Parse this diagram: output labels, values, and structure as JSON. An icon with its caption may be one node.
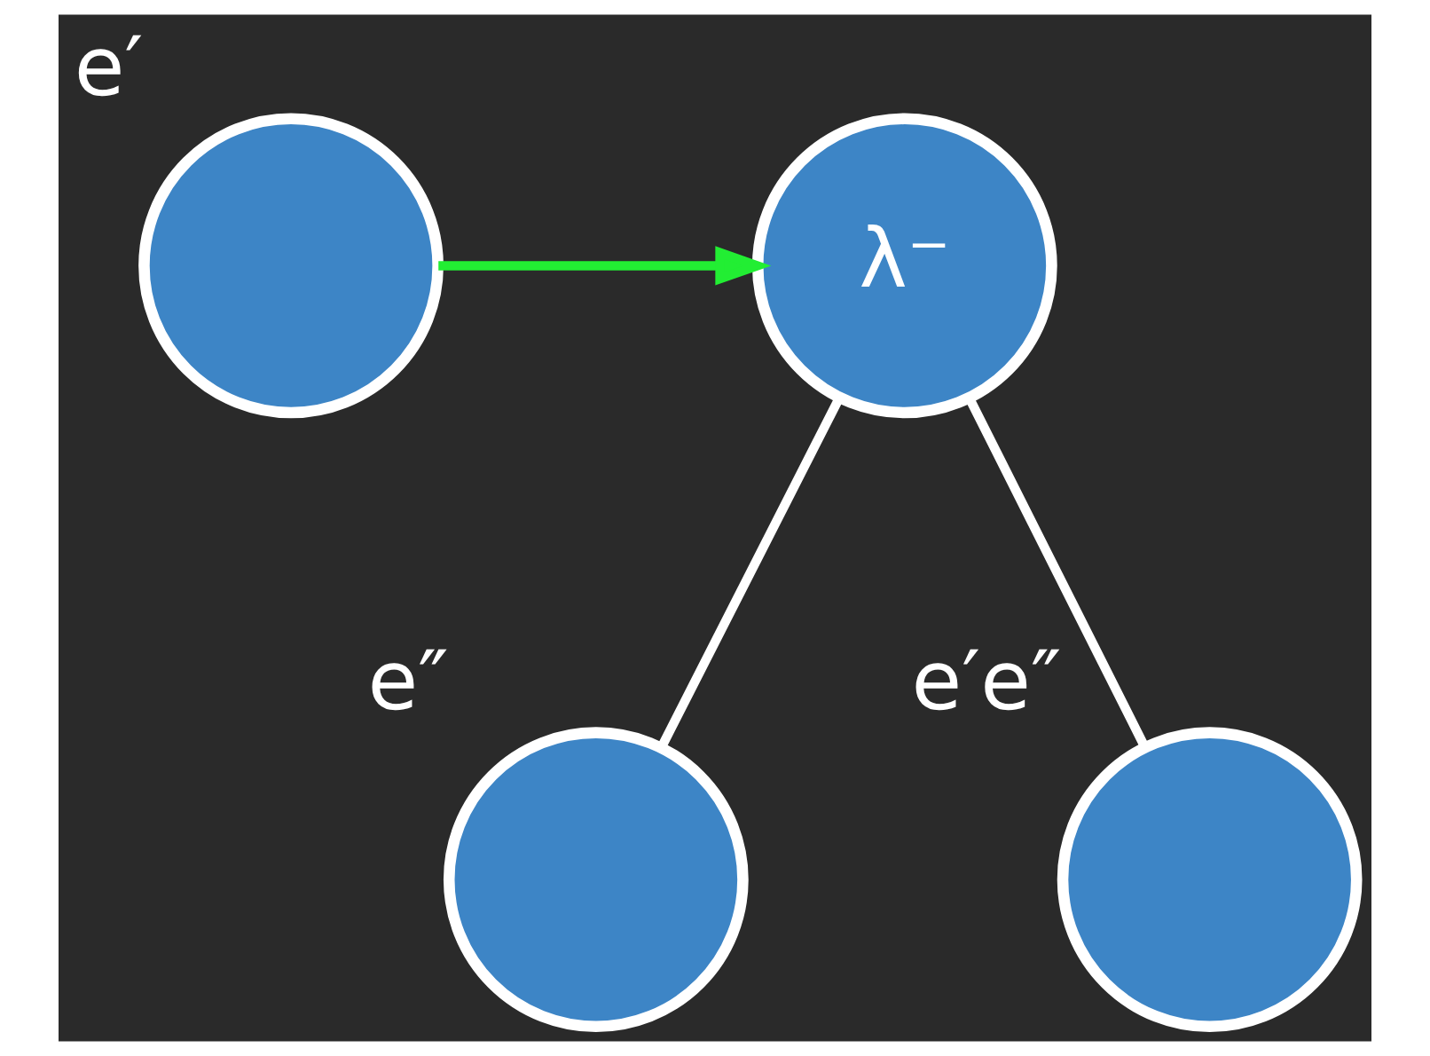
{
  "diagram": {
    "nodes": [
      {
        "text": [],
        "shape": "circle",
        "beside": [
          "e′"
        ]
      },
      {
        "text": [
          "λ⁻"
        ]
      },
      {
        "text": [],
        "shape": "circle",
        "beside": [
          "e″"
        ]
      },
      {
        "text": [],
        "shape": "circle",
        "beside": [
          "e′e″"
        ]
      }
    ],
    "edges": [
      {
        "from": 0,
        "to": 1,
        "arrow": "to",
        "color": "#22ee33"
      },
      {
        "from": 1,
        "to": 2,
        "arrow": "none"
      },
      {
        "from": 1,
        "to": 3,
        "arrow": "none"
      }
    ]
  }
}
